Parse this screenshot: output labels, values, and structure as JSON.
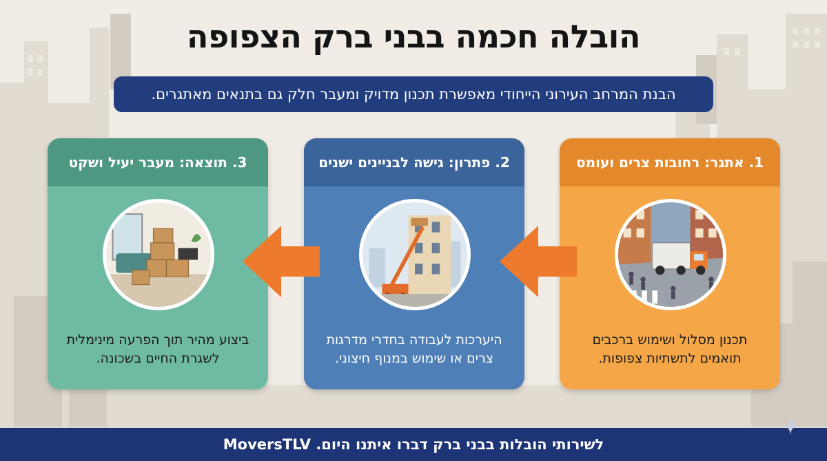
{
  "title": "הובלה חכמה בבני ברק הצפופה",
  "subtitle": "הבנת המרחב העירוני הייחודי מאפשרת תכנון מדויק ומעבר חלק גם בתנאים מאתגרים.",
  "cards": [
    {
      "header": "1. אתגר: רחובות צרים ועומס",
      "text_line1": "תכנון מסלול ושימוש ברכבים",
      "text_line2": "תואמים לתשתיות צפופות.",
      "illustration": "crowded-street-truck-illustration"
    },
    {
      "header": "2. פתרון: גישה לבניינים ישנים",
      "text_line1": "היערכות לעבודה בחדרי מדרגות",
      "text_line2": "צרים או שימוש במנוף חיצוני.",
      "illustration": "crane-lift-building-illustration"
    },
    {
      "header": "3. תוצאה: מעבר יעיל ושקט",
      "text_line1": "ביצוע מהיר תוך הפרעה מינימלית",
      "text_line2": "לשגרת החיים בשכונה.",
      "illustration": "living-room-boxes-illustration"
    }
  ],
  "footer": "לשירותי הובלות בבני ברק דברו איתנו היום. MoversTLV",
  "colors": {
    "background": "#f1ede6",
    "banner": "#223d7e",
    "footer": "#1d3577",
    "card1": "#f5a646",
    "card1_header": "#e3892c",
    "card2": "#4f7fb7",
    "card2_header": "#3a649a",
    "card3": "#6fbaa2",
    "card3_header": "#4e9883",
    "arrow": "#ee7b2d"
  },
  "icons": [
    "left-arrow-icon",
    "sparkle-icon"
  ]
}
